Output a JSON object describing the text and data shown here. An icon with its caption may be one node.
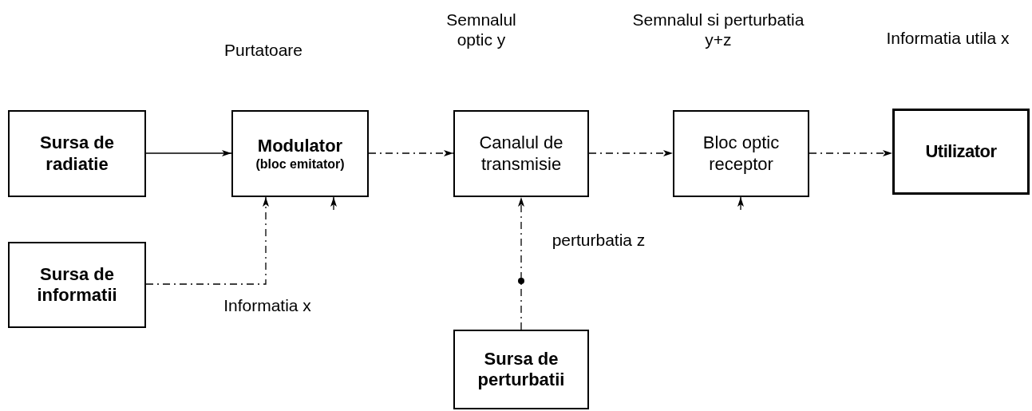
{
  "diagram": {
    "nodes": [
      {
        "text": [
          "Sursa de radiatie"
        ]
      },
      {
        "text": [
          "Modulator",
          "(bloc emitator)"
        ]
      },
      {
        "text": [
          "Canalul de transmisie"
        ]
      },
      {
        "text": [
          "Bloc optic receptor"
        ]
      },
      {
        "text": [
          "Utilizator"
        ]
      },
      {
        "text": [
          "Sursa de informatii"
        ]
      },
      {
        "text": [
          "Sursa de perturbatii"
        ]
      }
    ],
    "edges": [
      {
        "from": 0,
        "to": 1,
        "arrow": "to"
      },
      {
        "from": 1,
        "to": 2,
        "arrow": "to",
        "style": "dashed"
      },
      {
        "from": 2,
        "to": 3,
        "arrow": "to",
        "style": "dashed"
      },
      {
        "from": 3,
        "to": 4,
        "arrow": "to",
        "style": "dashed"
      },
      {
        "from": 5,
        "to": 1,
        "arrow": "to",
        "style": "dashed"
      },
      {
        "from": null,
        "to": 1,
        "arrow": "to"
      },
      {
        "from": 6,
        "to": 2,
        "arrow": "to",
        "style": "dashed"
      },
      {
        "from": null,
        "to": 3,
        "arrow": "to"
      }
    ],
    "labels": [
      "Semnalul optic y",
      "Semnalul si perturbatia y+z",
      "Purtatoare",
      "Informatia utila x",
      "perturbatia z",
      "Informatia x"
    ]
  }
}
